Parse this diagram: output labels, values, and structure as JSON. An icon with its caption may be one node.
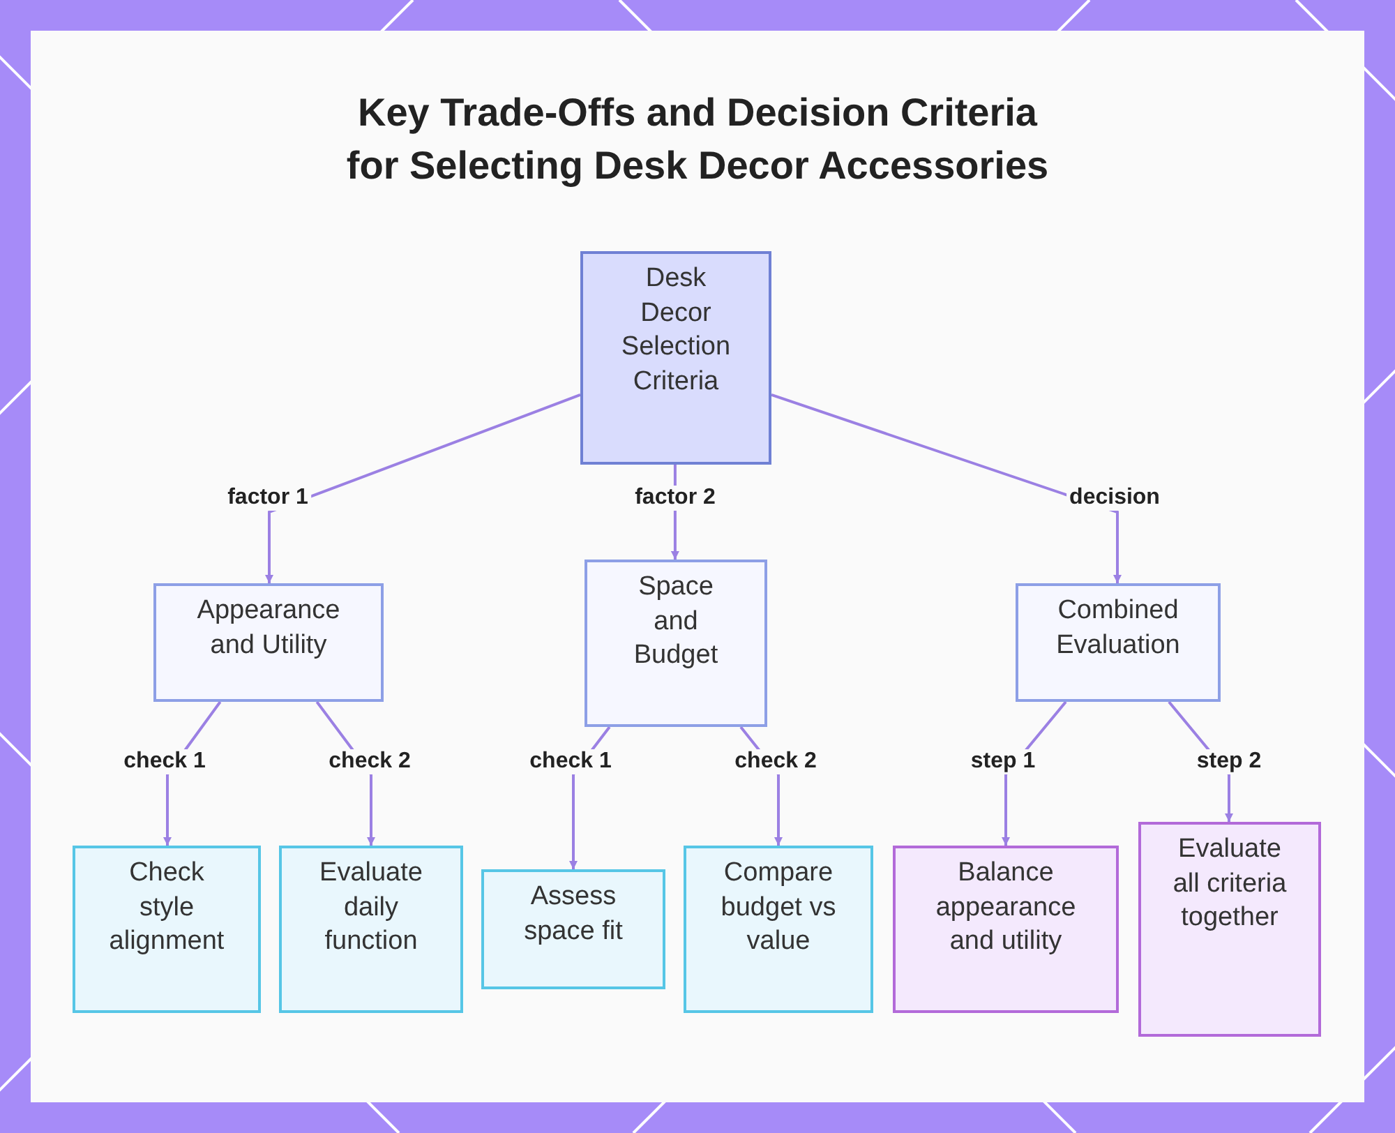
{
  "diagram": {
    "title": "Key Trade-Offs and Decision Criteria for Selecting Desk Decor Accessories",
    "nodes": [
      {
        "text": [
          "Desk Decor Selection Criteria"
        ]
      },
      {
        "text": [
          "Appearance and Utility"
        ]
      },
      {
        "text": [
          "Space and Budget"
        ]
      },
      {
        "text": [
          "Combined Evaluation"
        ]
      },
      {
        "text": [
          "Check style alignment"
        ]
      },
      {
        "text": [
          "Evaluate daily function"
        ]
      },
      {
        "text": [
          "Assess space fit"
        ]
      },
      {
        "text": [
          "Compare budget vs value"
        ]
      },
      {
        "text": [
          "Balance appearance and utility"
        ]
      },
      {
        "text": [
          "Evaluate all criteria together"
        ]
      }
    ],
    "edges": [
      {
        "from": 0,
        "to": 1,
        "arrow": "to",
        "label": "factor 1"
      },
      {
        "from": 0,
        "to": 2,
        "arrow": "to",
        "label": "factor 2"
      },
      {
        "from": 0,
        "to": 3,
        "arrow": "to",
        "label": "decision"
      },
      {
        "from": 1,
        "to": 4,
        "arrow": "to",
        "label": "check 1"
      },
      {
        "from": 1,
        "to": 5,
        "arrow": "to",
        "label": "check 2"
      },
      {
        "from": 2,
        "to": 6,
        "arrow": "to",
        "label": "check 1"
      },
      {
        "from": 2,
        "to": 7,
        "arrow": "to",
        "label": "check 2"
      },
      {
        "from": 3,
        "to": 8,
        "arrow": "to",
        "label": "step 1"
      },
      {
        "from": 3,
        "to": 9,
        "arrow": "to",
        "label": "step 2"
      }
    ]
  }
}
